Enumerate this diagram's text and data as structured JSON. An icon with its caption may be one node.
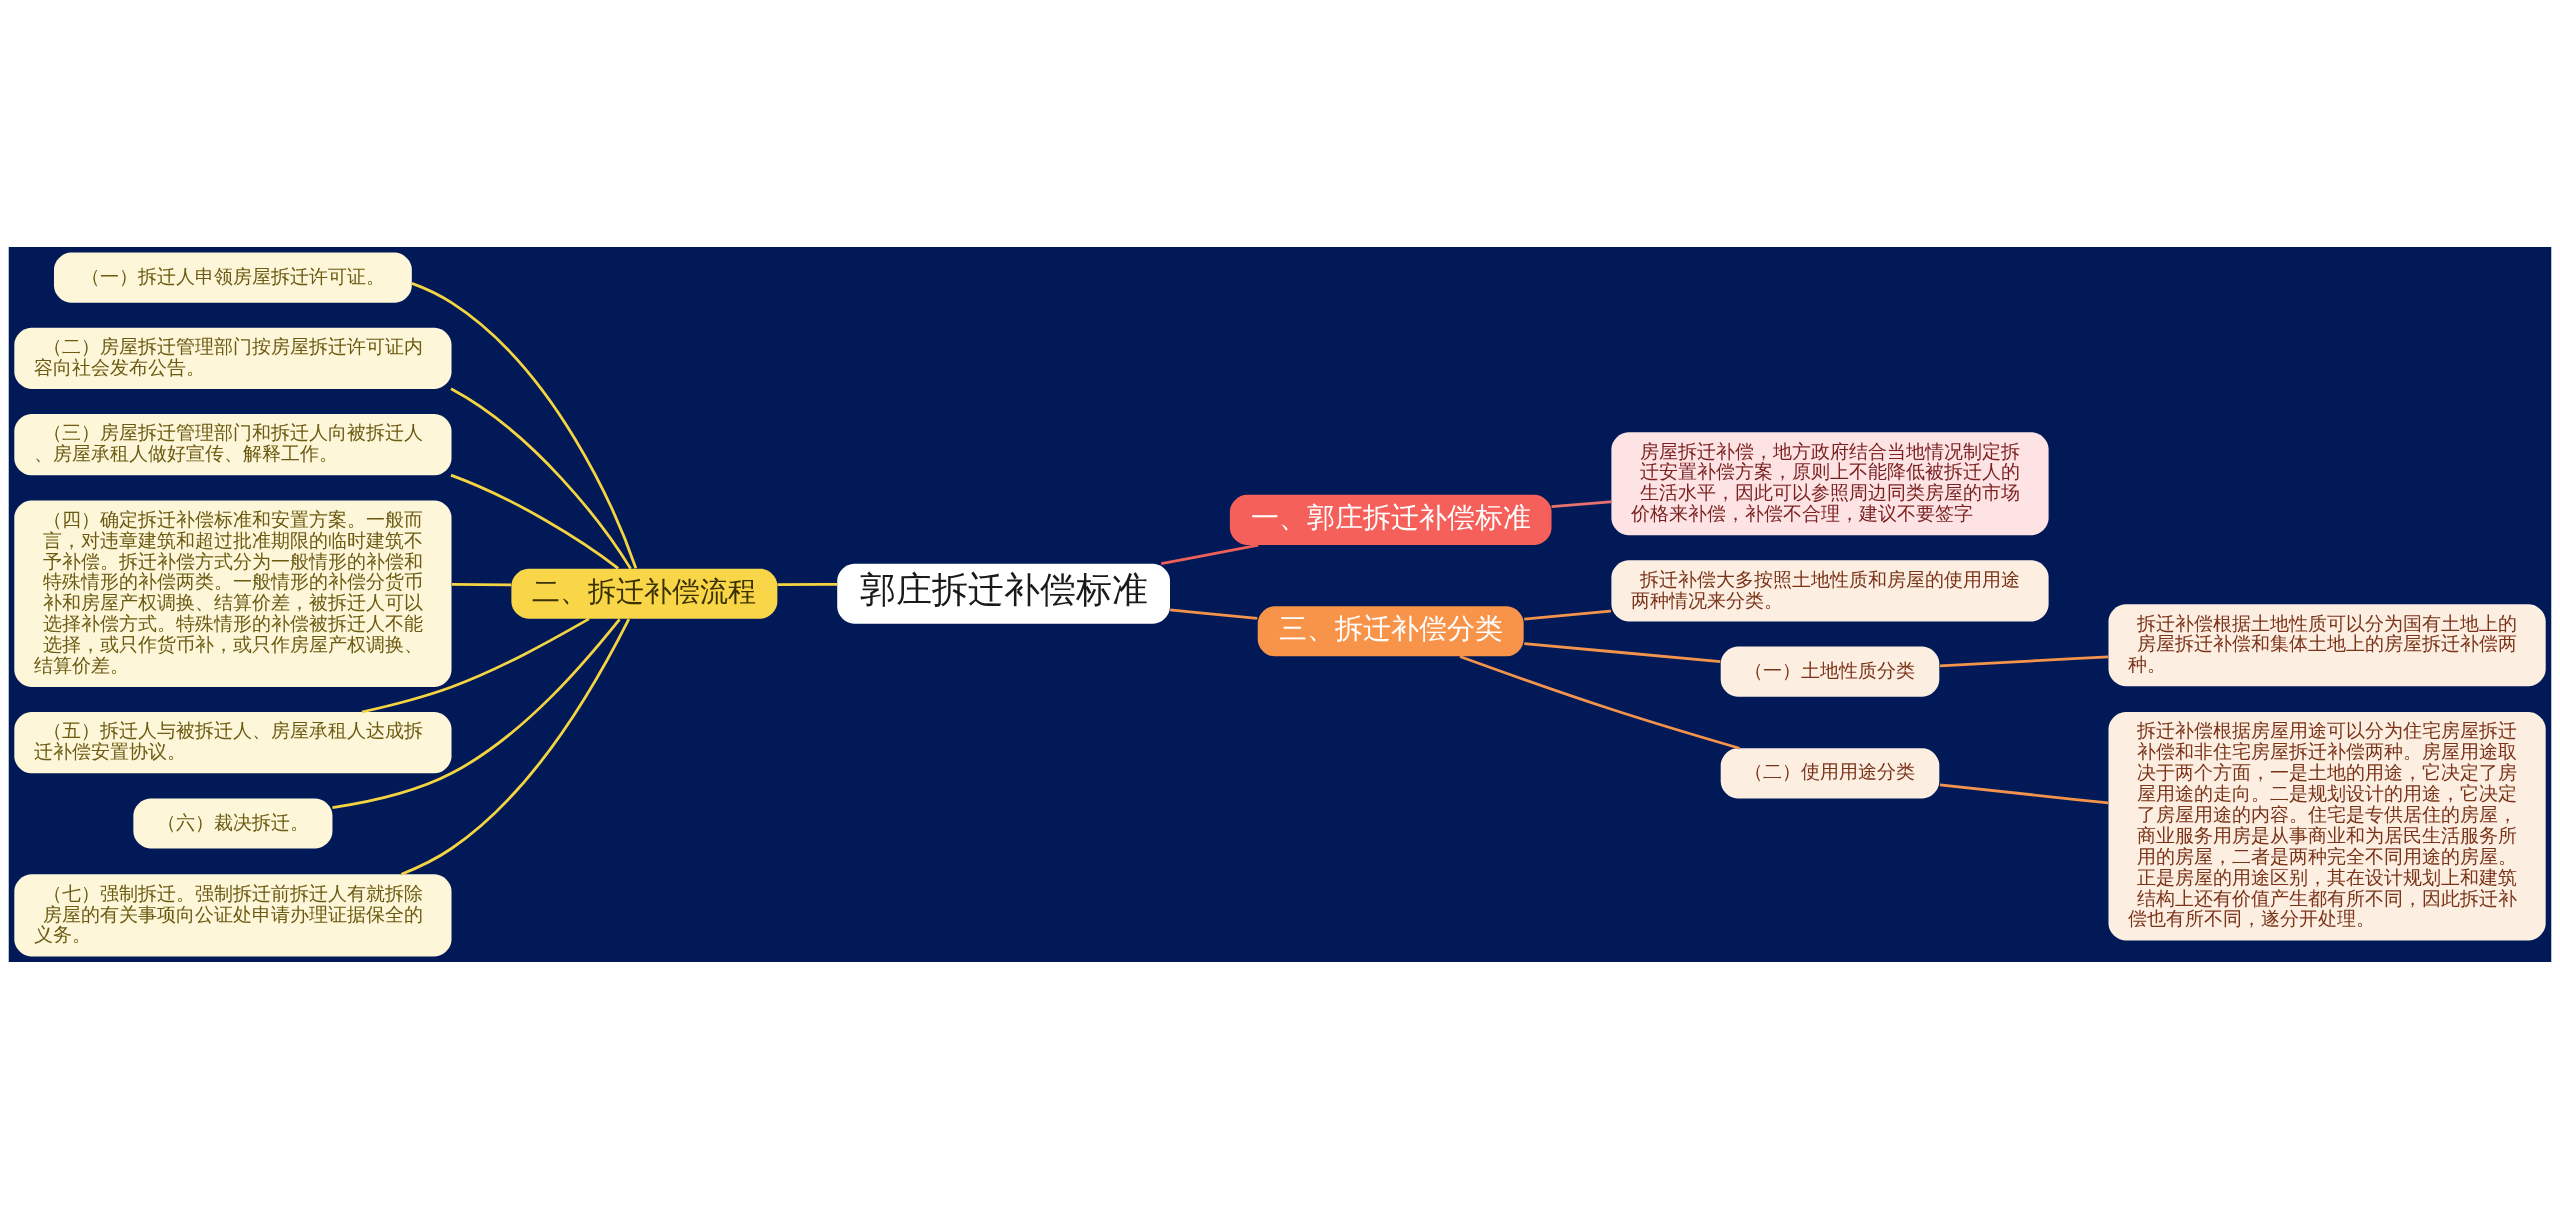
{
  "diagram": {
    "nodes": [
      {
        "text": [
          "郭庄拆迁补偿标准"
        ]
      },
      {
        "text": [
          "一、郭庄拆迁补偿标准"
        ]
      },
      {
        "text": [
          "房屋拆迁补偿，地方政府结合当地情况制定拆迁安置补偿方案，原则上不能降低被拆迁人的生活水平，因此可以参照周边同类房屋的市场价格来补偿，补偿不合理，建议不要签字"
        ]
      },
      {
        "text": [
          "二、拆迁补偿流程"
        ]
      },
      {
        "text": [
          "（一）拆迁人申领房屋拆迁许可证。"
        ]
      },
      {
        "text": [
          "（二）房屋拆迁管理部门按房屋拆迁许可证内容向社会发布公告。"
        ]
      },
      {
        "text": [
          "（三）房屋拆迁管理部门和拆迁人向被拆迁人、房屋承租人做好宣传、解释工作。"
        ]
      },
      {
        "text": [
          "（四）确定拆迁补偿标准和安置方案。一般而言，对违章建筑和超过批准期限的临时建筑不予补偿。拆迁补偿方式分为一般情形的补偿和特殊情形的补偿两类。一般情形的补偿分货币补和房屋产权调换、结算价差，被拆迁人可以选择补偿方式。特殊情形的补偿被拆迁人不能选择，或只作货币补，或只作房屋产权调换、结算价差。"
        ]
      },
      {
        "text": [
          "（五）拆迁人与被拆迁人、房屋承租人达成拆迁补偿安置协议。"
        ]
      },
      {
        "text": [
          "（六）裁决拆迁。"
        ]
      },
      {
        "text": [
          "（七）强制拆迁。强制拆迁前拆迁人有就拆除房屋的有关事项向公证处申请办理证据保全的义务。"
        ]
      },
      {
        "text": [
          "三、拆迁补偿分类"
        ]
      },
      {
        "text": [
          "拆迁补偿大多按照土地性质和房屋的使用用途两种情况来分类。"
        ]
      },
      {
        "text": [
          "（一）土地性质分类"
        ]
      },
      {
        "text": [
          "拆迁补偿根据土地性质可以分为国有土地上的房屋拆迁补偿和集体土地上的房屋拆迁补偿两种。"
        ]
      },
      {
        "text": [
          "（二）使用用途分类"
        ]
      },
      {
        "text": [
          "拆迁补偿根据房屋用途可以分为住宅房屋拆迁补偿和非住宅房屋拆迁补偿两种。房屋用途取决于两个方面，一是土地的用途，它决定了房屋用途的走向。二是规划设计的用途，它决定了房屋用途的内容。住宅是专供居住的房屋，商业服务用房是从事商业和为居民生活服务所用的房屋，二者是两种完全不同用途的房屋。正是房屋的用途区别，其在设计规划上和建筑结构上还有价值产生都有所不同，因此拆迁补偿也有所不同，遂分开处理。"
        ]
      }
    ],
    "edges": [
      {
        "from": 0,
        "to": 1,
        "arrow": "none",
        "color": "#f0605a"
      },
      {
        "from": 1,
        "to": 2,
        "arrow": "none",
        "color": "#e8736e"
      },
      {
        "from": 0,
        "to": 3,
        "arrow": "none"
      },
      {
        "from": 3,
        "to": 4,
        "arrow": "none"
      },
      {
        "from": 3,
        "to": 5,
        "arrow": "none"
      },
      {
        "from": 3,
        "to": 6,
        "arrow": "none"
      },
      {
        "from": 3,
        "to": 7,
        "arrow": "none"
      },
      {
        "from": 3,
        "to": 8,
        "arrow": "none"
      },
      {
        "from": 3,
        "to": 9,
        "arrow": "none"
      },
      {
        "from": 3,
        "to": 10,
        "arrow": "none"
      },
      {
        "from": 0,
        "to": 11,
        "arrow": "none",
        "color": "#f4934b"
      },
      {
        "from": 11,
        "to": 12,
        "arrow": "none",
        "color": "#f4934b"
      },
      {
        "from": 11,
        "to": 13,
        "arrow": "none",
        "color": "#f4934b"
      },
      {
        "from": 13,
        "to": 14,
        "arrow": "none",
        "color": "#f4934b"
      },
      {
        "from": 11,
        "to": 15,
        "arrow": "none",
        "color": "#f4934b"
      },
      {
        "from": 15,
        "to": 16,
        "arrow": "none",
        "color": "#f4934b"
      }
    ]
  }
}
